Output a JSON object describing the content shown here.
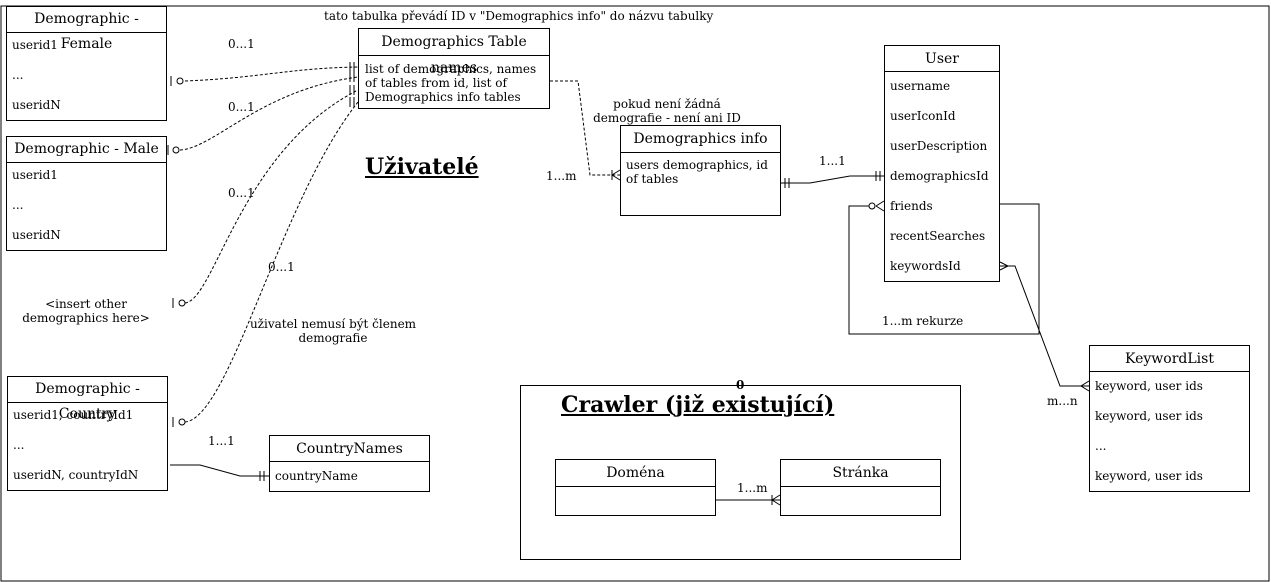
{
  "title_main": "Uživatelé",
  "title_crawler": "Crawler (již existující)",
  "annotations": {
    "top_note": "tato tabulka převádí ID v \"Demographics info\" do názvu tabulky",
    "no_demographic_note": "pokud není žádná demografie - není ani ID",
    "not_member_note": "uživatel nemusí být členem demografie",
    "insert_other": "<insert other demographics here>",
    "crawler_zero": "0"
  },
  "cardinalities": {
    "female": "0...1",
    "male": "0...1",
    "other": "0...1",
    "country": "0...1",
    "info_in": "1...m",
    "info_user": "1...1",
    "recursion": "1...m rekurze",
    "keywords": "m...n",
    "country_names": "1...1",
    "crawler": "1...m"
  },
  "entities": {
    "female": {
      "header": "Demographic - Female",
      "rows": [
        "userid1",
        "...",
        "useridN"
      ]
    },
    "male": {
      "header": "Demographic - Male",
      "rows": [
        "userid1",
        "...",
        "useridN"
      ]
    },
    "country": {
      "header": "Demographic - Country",
      "rows": [
        "userid1, countryId1",
        "...",
        "useridN, countryIdN"
      ]
    },
    "table_names": {
      "header": "Demographics Table names",
      "body": "list of demographics, names of tables from id, list of Demographics info tables"
    },
    "info": {
      "header": "Demographics info",
      "body": "users demographics, id of tables"
    },
    "user": {
      "header": "User",
      "rows": [
        "username",
        "userIconId",
        "userDescription",
        "demographicsId",
        "friends",
        "recentSearches",
        "keywordsId"
      ]
    },
    "keyword_list": {
      "header": "KeywordList",
      "rows": [
        "keyword, user ids",
        "keyword, user ids",
        "...",
        "keyword, user ids"
      ]
    },
    "country_names": {
      "header": "CountryNames",
      "rows": [
        "countryName"
      ]
    },
    "domain": {
      "header": "Doména"
    },
    "page": {
      "header": "Stránka"
    }
  }
}
